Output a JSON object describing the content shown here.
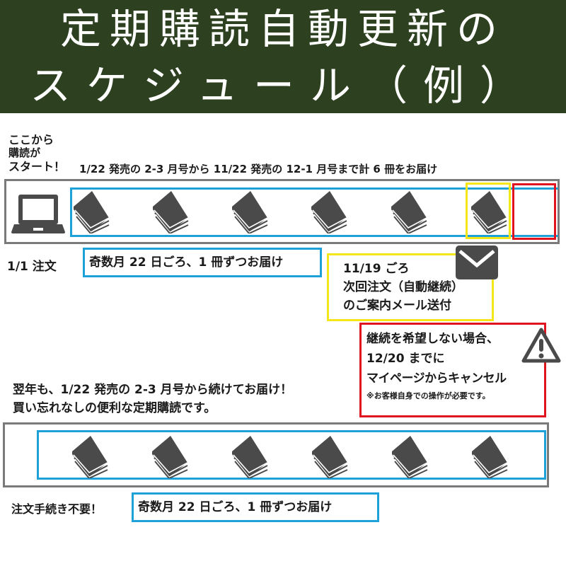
{
  "header": {
    "title_line1": "定期購読自動更新の",
    "title_line2": "スケジュール（例）",
    "bg_color": "#2d4121"
  },
  "start": {
    "line1": "ここから",
    "line2": "購読が",
    "line3": "スタート！"
  },
  "summary": "1/22 発売の 2-3 月号から 11/22 発売の 12-1 月号まで計 6 冊をお届け",
  "row1": {
    "icons": [
      "laptop-icon",
      "book-icon",
      "book-icon",
      "book-icon",
      "book-icon",
      "book-icon",
      "book-icon"
    ],
    "book_count": 6,
    "highlight_colors": {
      "delivery": "#1ea0d8",
      "last_issue": "#f5e61a",
      "cancel": "#e0141e"
    }
  },
  "order": {
    "date_label": "1/1 注文",
    "delivery_text": "奇数月 22 日ごろ、1 冊ずつお届け"
  },
  "mail_notice": {
    "line1": "11/19 ごろ",
    "line2": "次回注文（自動継続）",
    "line3": "のご案内メール送付",
    "icon": "envelope-icon"
  },
  "cancel_notice": {
    "line1": "継続を希望しない場合、",
    "line2": "12/20 までに",
    "line3": "マイページからキャンセル",
    "note": "※お客様自身での操作が必要です。",
    "icon": "warning-icon"
  },
  "next_year": {
    "line1": "翌年も、1/22 発売の 2-3 月号から続けてお届け！",
    "line2": "買い忘れなしの便利な定期購読です。"
  },
  "row2": {
    "book_count": 6
  },
  "renewal": {
    "label": "注文手続き不要！",
    "delivery_text": "奇数月 22 日ごろ、1 冊ずつお届け"
  }
}
